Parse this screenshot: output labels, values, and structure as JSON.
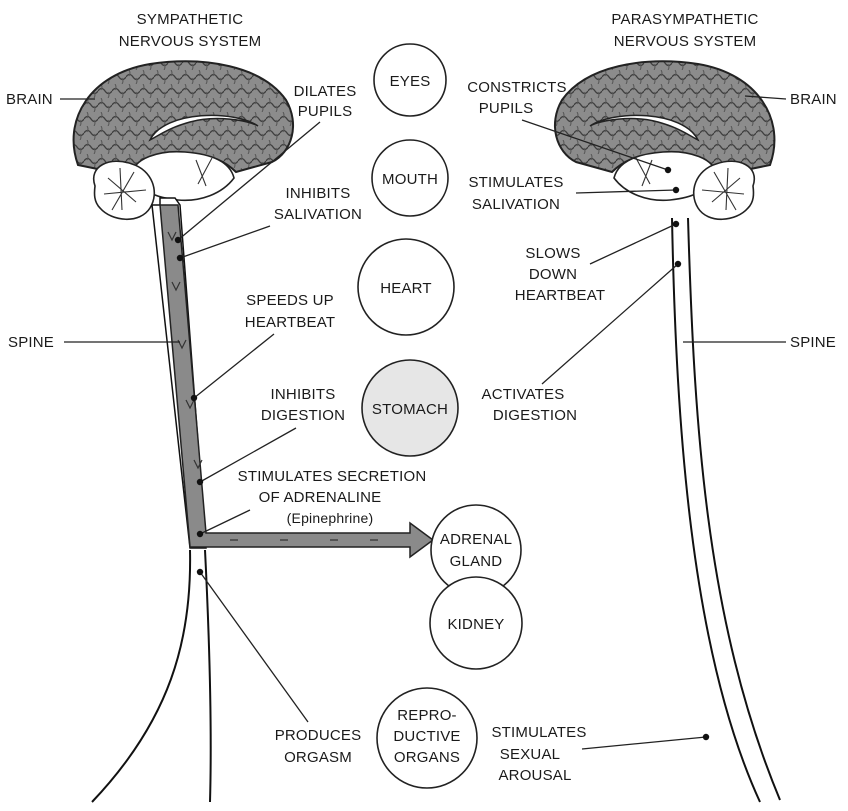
{
  "sympathetic": {
    "title": [
      "SYMPATHETIC",
      "NERVOUS SYSTEM"
    ],
    "brain_label": "BRAIN",
    "spine_label": "SPINE",
    "effects": {
      "eyes": [
        "DILATES",
        "PUPILS"
      ],
      "mouth": [
        "INHIBITS",
        "SALIVATION"
      ],
      "heart": [
        "SPEEDS UP",
        "HEARTBEAT"
      ],
      "stomach": [
        "INHIBITS",
        "DIGESTION"
      ],
      "adrenal": [
        "STIMULATES SECRETION",
        "OF ADRENALINE",
        "(Epinephrine)"
      ],
      "organs": [
        "PRODUCES",
        "ORGASM"
      ]
    }
  },
  "parasympathetic": {
    "title": [
      "PARASYMPATHETIC",
      "NERVOUS SYSTEM"
    ],
    "brain_label": "BRAIN",
    "spine_label": "SPINE",
    "effects": {
      "eyes": [
        "CONSTRICTS",
        "PUPILS"
      ],
      "mouth": [
        "STIMULATES",
        "SALIVATION"
      ],
      "heart": [
        "SLOWS",
        "DOWN",
        "HEARTBEAT"
      ],
      "stomach": [
        "ACTIVATES",
        "DIGESTION"
      ],
      "organs": [
        "STIMULATES",
        "SEXUAL",
        "AROUSAL"
      ]
    }
  },
  "organs": {
    "eyes": [
      "EYES"
    ],
    "mouth": [
      "MOUTH"
    ],
    "heart": [
      "HEART"
    ],
    "stomach": [
      "STOMACH"
    ],
    "adrenal": [
      "ADRENAL",
      "GLAND"
    ],
    "kidney": [
      "KIDNEY"
    ],
    "reproductive": [
      "REPRO-",
      "DUCTIVE",
      "ORGANS"
    ]
  }
}
